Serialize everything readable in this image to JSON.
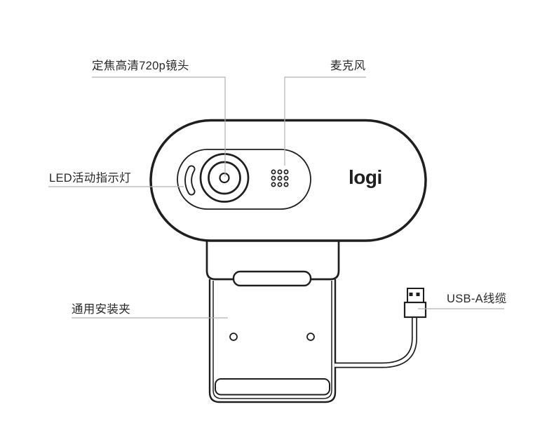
{
  "diagram": {
    "type": "product-callout-diagram",
    "product": "webcam front view with mounting clip and USB cable",
    "logo_text": "logi",
    "labels": {
      "lens": "定焦高清720p镜头",
      "microphone": "麦克风",
      "led": "LED活动指示灯",
      "clip": "通用安装夹",
      "usb": "USB-A线缆"
    },
    "icons": {
      "lens": "lens-icon",
      "microphone": "microphone-grille-icon",
      "led": "led-indicator-icon",
      "clip": "mounting-clip-icon",
      "usb_plug": "usb-plug-icon",
      "usb_cable": "usb-cable-icon"
    },
    "colors": {
      "line_art": "#1f1f1f",
      "leader_line": "#b2b2b2",
      "label_text": "#2a2a2a",
      "background": "#ffffff"
    }
  }
}
